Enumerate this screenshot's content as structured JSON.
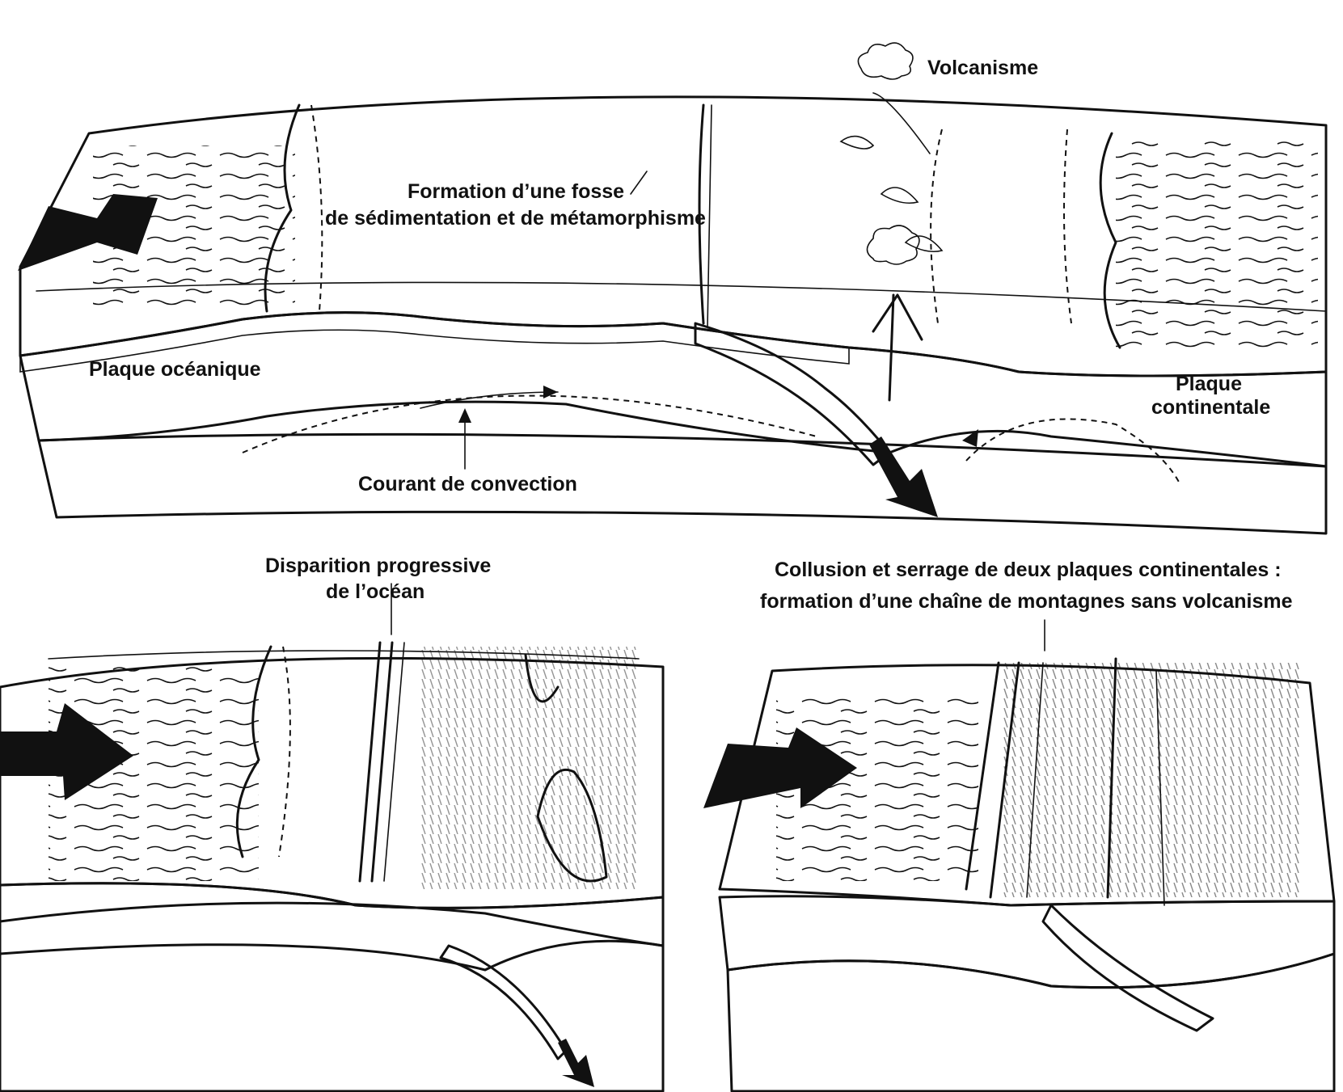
{
  "labels": {
    "volcanisme": "Volcanisme",
    "fosse_line1": "Formation d’une fosse",
    "fosse_line2": "de sédimentation et de métamorphisme",
    "plaque_oceanique": "Plaque océanique",
    "plaque_continentale_line1": "Plaque",
    "plaque_continentale_line2": "continentale",
    "courant": "Courant de convection",
    "disparition_line1": "Disparition progressive",
    "disparition_line2": "de l’océan",
    "collision_line1": "Collusion et serrage de deux plaques continentales :",
    "collision_line2": "formation d’une chaîne de montagnes sans volcanisme"
  },
  "colors": {
    "ink": "#111111",
    "background": "#ffffff"
  }
}
